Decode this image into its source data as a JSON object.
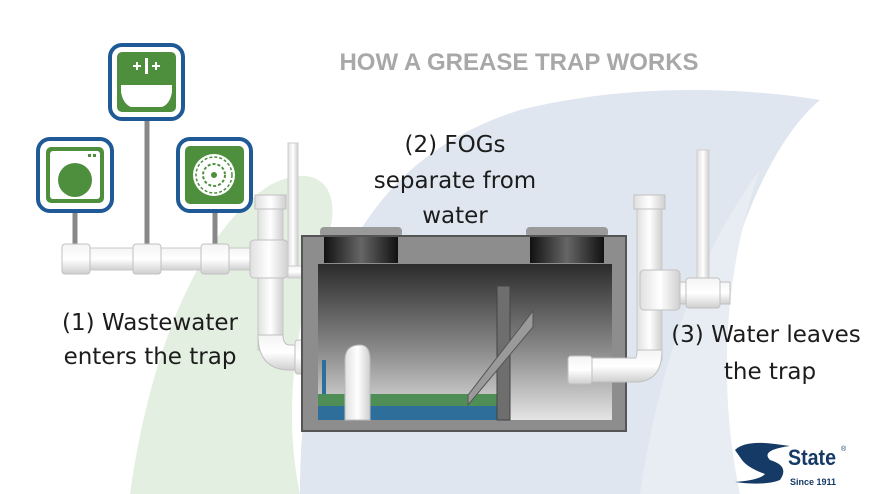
{
  "title": "HOW A GREASE TRAP WORKS",
  "steps": {
    "step1": {
      "line1": "(1) Wastewater",
      "line2": "enters the trap"
    },
    "step2": {
      "line1": "(2) FOGs",
      "line2": "separate from",
      "line3": "water"
    },
    "step3": {
      "line1": "(3) Water leaves",
      "line2": "the trap"
    }
  },
  "icons": [
    "washing-machine-icon",
    "sink-icon",
    "floor-drain-icon"
  ],
  "logo": {
    "brand": "State",
    "tagline": "Since 1911",
    "mark": "®"
  },
  "colors": {
    "icon_green": "#4e8f3e",
    "icon_border": "#1f5a96",
    "logo_navy": "#163a66",
    "grease": "#4f8f57",
    "water": "#2d6f9a"
  }
}
